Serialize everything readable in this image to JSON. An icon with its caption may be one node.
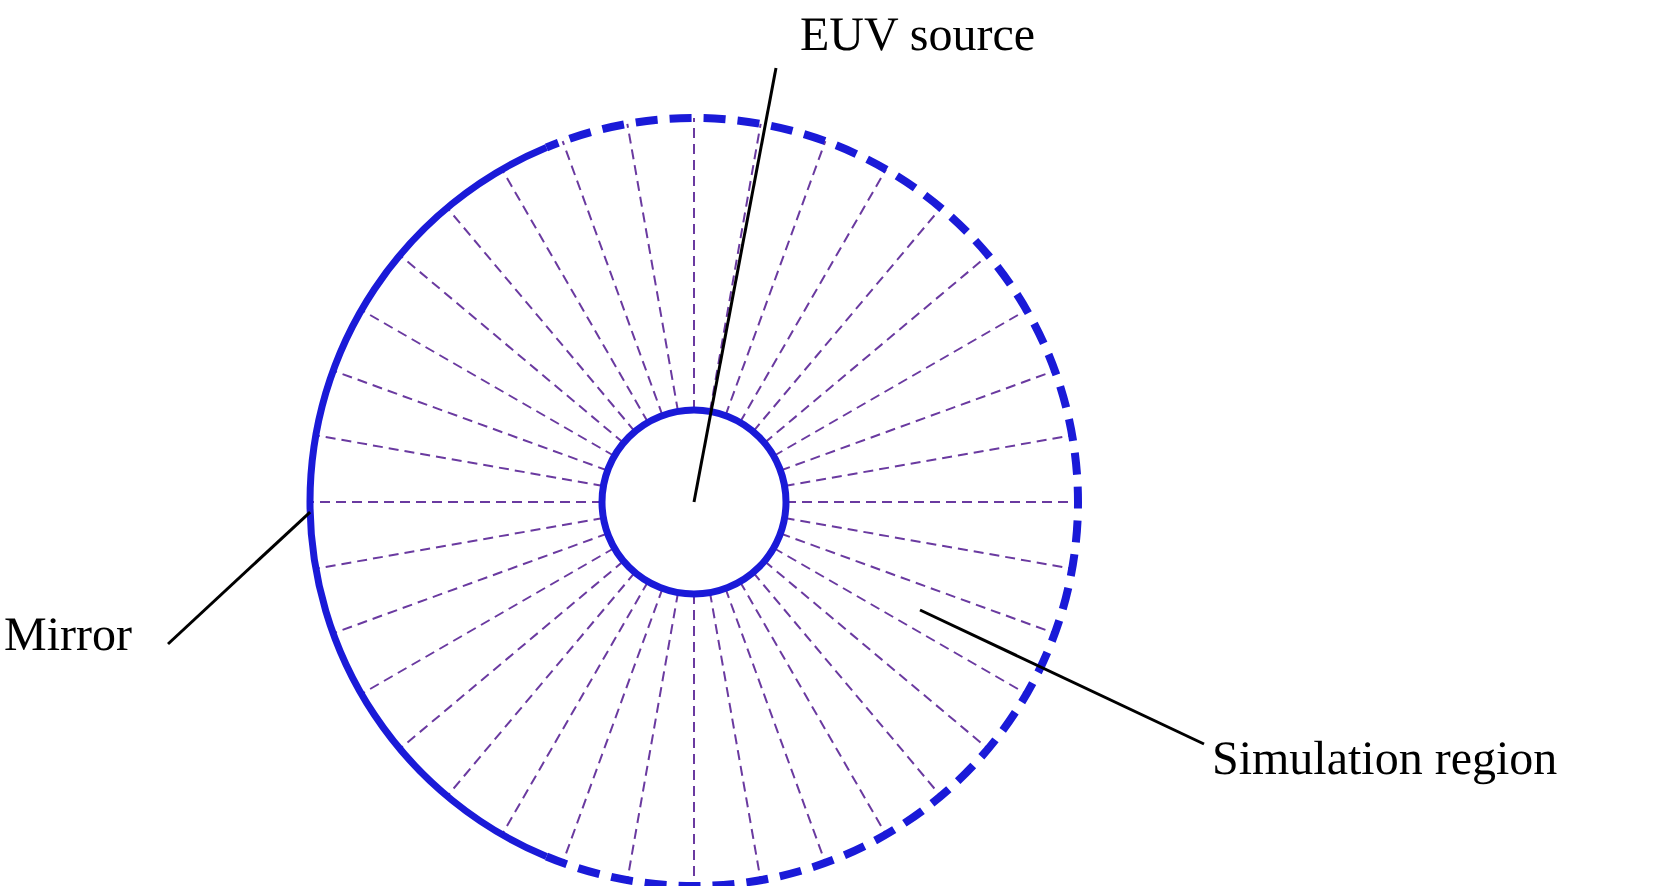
{
  "diagram": {
    "nodes": [
      {
        "text": [
          "EUV source"
        ]
      },
      {
        "text": [
          "Mirror"
        ]
      },
      {
        "text": [
          "Simulation region"
        ]
      },
      {
        "text": [],
        "shape": "arc"
      },
      {
        "text": [],
        "shape": "circle"
      }
    ],
    "edges": [
      {
        "from": 0,
        "to": 4,
        "arrow": "none"
      },
      {
        "from": 1,
        "to": 3,
        "arrow": "none"
      },
      {
        "from": 2,
        "to": null,
        "arrow": "none"
      }
    ]
  }
}
